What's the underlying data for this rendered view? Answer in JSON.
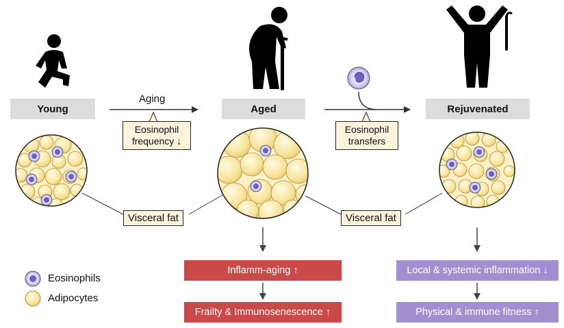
{
  "stages": {
    "young": "Young",
    "aged": "Aged",
    "rejuvenated": "Rejuvenated"
  },
  "arrows": {
    "aging": "Aging"
  },
  "callouts": {
    "eos_frequency_line1": "Eosinophil",
    "eos_frequency_line2": "frequency ↓",
    "eos_transfers_line1": "Eosinophil",
    "eos_transfers_line2": "transfers"
  },
  "fat_labels": {
    "left": "Visceral fat",
    "right": "Visceral fat"
  },
  "outcomes": {
    "aged": [
      "Inflamm-aging ↑",
      "Frailty & Immunosenescence ↑"
    ],
    "rejuvenated": [
      "Local & systemic inflammation ↓",
      "Physical & immune fitness ↑"
    ]
  },
  "legend": {
    "eosinophils": "Eosinophils",
    "adipocytes": "Adipocytes"
  },
  "colors": {
    "red": "#c94a49",
    "purple": "#a18fd0",
    "adipocyte": "#f7e39a",
    "eosinophil": "#7b6fc9"
  }
}
